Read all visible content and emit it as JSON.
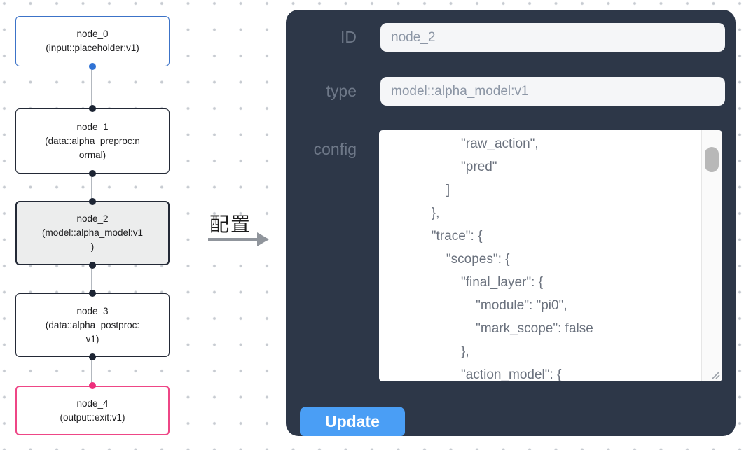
{
  "flow": {
    "nodes": [
      {
        "id": "node_0",
        "title": "node_0",
        "subtitle": "(input::placeholder:v1)",
        "variant": "input"
      },
      {
        "id": "node_1",
        "title": "node_1",
        "subtitle": "(data::alpha_preproc:n\normal)",
        "variant": "default"
      },
      {
        "id": "node_2",
        "title": "node_2",
        "subtitle": "(model::alpha_model:v1\n)",
        "variant": "selected"
      },
      {
        "id": "node_3",
        "title": "node_3",
        "subtitle": "(data::alpha_postproc:\nv1)",
        "variant": "default"
      },
      {
        "id": "node_4",
        "title": "node_4",
        "subtitle": "(output::exit:v1)",
        "variant": "output"
      }
    ],
    "arrow_label": "配置"
  },
  "panel": {
    "id_label": "ID",
    "id_value": "node_2",
    "type_label": "type",
    "type_value": "model::alpha_model:v1",
    "config_label": "config",
    "config_text": "                  \"raw_action\",\n                  \"pred\"\n              ]\n          },\n          \"trace\": {\n              \"scopes\": {\n                  \"final_layer\": {\n                      \"module\": \"pi0\",\n                      \"mark_scope\": false\n                  },\n                  \"action_model\": {",
    "update_label": "Update"
  },
  "colors": {
    "panel_background": "#2d3748",
    "accent_button_blue": "#4a9ef5",
    "input_node_blue": "#3c73c8",
    "output_node_pink": "#ee4686",
    "selected_node_fill": "#eceded",
    "node_border_dark": "#232936",
    "edge_gray": "#b3b8bf"
  }
}
